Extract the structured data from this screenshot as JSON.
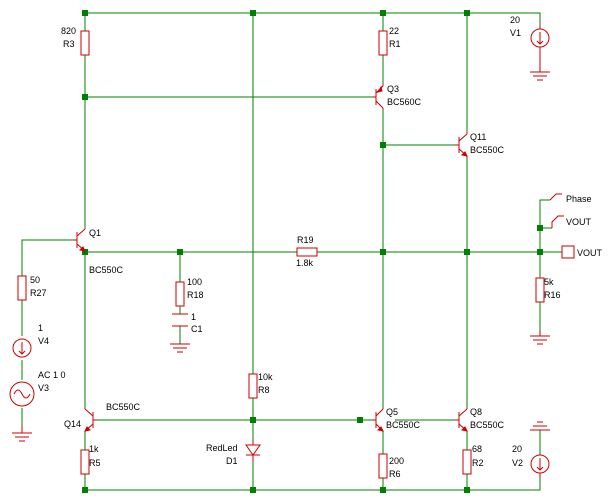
{
  "components": {
    "R3": {
      "value": "820",
      "name": "R3"
    },
    "R1": {
      "value": "22",
      "name": "R1"
    },
    "V1": {
      "value": "20",
      "name": "V1"
    },
    "Q3": {
      "name": "Q3",
      "model": "BC560C"
    },
    "Q11": {
      "name": "Q11",
      "model": "BC550C"
    },
    "Q1": {
      "name": "Q1",
      "model": "BC550C"
    },
    "R19": {
      "name": "R19",
      "value": "1.8k"
    },
    "R27": {
      "value": "50",
      "name": "R27"
    },
    "V4": {
      "value": "1",
      "name": "V4"
    },
    "V3": {
      "value": "AC 1 0",
      "name": "V3"
    },
    "R18": {
      "value": "100",
      "name": "R18"
    },
    "C1": {
      "value": "1",
      "name": "C1"
    },
    "R16": {
      "value": "5k",
      "name": "R16"
    },
    "R8": {
      "value": "10k",
      "name": "R8"
    },
    "D1": {
      "value": "RedLed",
      "name": "D1"
    },
    "Q14": {
      "name": "Q14",
      "model": "BC550C"
    },
    "R5": {
      "value": "1k",
      "name": "R5"
    },
    "Q5": {
      "name": "Q5",
      "model": "BC550C"
    },
    "R6": {
      "value": "200",
      "name": "R6"
    },
    "Q8": {
      "name": "Q8",
      "model": "BC550C"
    },
    "R2": {
      "value": "68",
      "name": "R2"
    },
    "V2": {
      "value": "20",
      "name": "V2"
    }
  },
  "probes": {
    "phase": "Phase",
    "vout_probe": "VOUT",
    "vout_port": "VOUT"
  },
  "colors": {
    "wire": "#008000",
    "component": "#cc0000",
    "text": "#000000"
  }
}
